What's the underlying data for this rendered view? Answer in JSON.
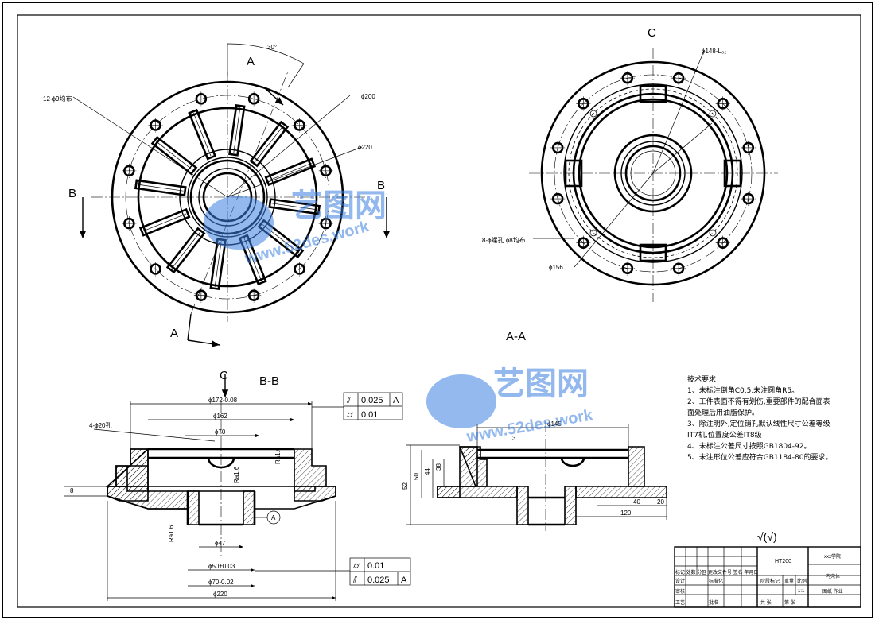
{
  "views": {
    "view_c_label": "C",
    "section_aa_title": "A-A",
    "section_bb_title": "B-B",
    "arrow_a": "A",
    "arrow_b": "B",
    "arrow_c": "C"
  },
  "dims_front": {
    "holes": "12-ϕ9均布",
    "angle": "30°",
    "d200": "ϕ200",
    "d220": "ϕ220"
  },
  "dims_c": {
    "d148": "ϕ148-L₀₂",
    "holes": "8-ϕ螺孔 ϕ8均布",
    "d156": "ϕ156"
  },
  "dims_bb": {
    "d172": "ϕ172-0.08",
    "d162": "ϕ162",
    "holes4": "4-ϕ20孔",
    "d70": "ϕ70",
    "ra16a": "Ra1.6",
    "ra16b": "Ra1.6",
    "ra16c": "Ra1.6",
    "d47": "ϕ47",
    "d50": "ϕ50±0.03",
    "d70b": "ϕ70-0.02",
    "d220": "ϕ220",
    "h8": "8",
    "datum": "A"
  },
  "dims_aa": {
    "d145": "ϕ145",
    "h3": "3",
    "h52": "52",
    "h50": "50",
    "h44": "44",
    "h38": "38",
    "w40": "40",
    "w20": "20",
    "w120": "120"
  },
  "tolerance_top": {
    "row1_symbol": "⫽",
    "row1_value": "0.025",
    "row1_datum": "A",
    "row2_symbol": "⌭",
    "row2_value": "0.01"
  },
  "tolerance_bottom": {
    "row1_symbol": "⌭",
    "row1_value": "0.01",
    "row2_symbol": "⫽",
    "row2_value": "0.025",
    "row2_datum": "A"
  },
  "notes": {
    "title": "技术要求",
    "lines": [
      "1、未标注倒角C0.5,未注圆角R5。",
      "2、工件表面不得有划伤,重要部件的配合面表",
      "面处理后用油脂保护。",
      "3、除注明外,定位销孔默认线性尺寸公差等级",
      "IT7机,位置度公差IT8级",
      "4、未标注公差尺寸按照GB1804-92。",
      "5、未注形位公差应符合GB1184-80的要求。"
    ]
  },
  "roughness": "√(√)",
  "title_block": {
    "material": "HT200",
    "company": "xxx学院",
    "part_name": "内壳体",
    "drawing_no": "图纸 作业",
    "scale": "1:1",
    "scale_label": "比例",
    "weight_label": "重量",
    "stage_label": "阶段标记",
    "sheet_label": "共 张",
    "sheet_label2": "第 张",
    "design": "设计",
    "standard": "标准化",
    "check": "审核",
    "process": "工艺",
    "approve": "批准",
    "marks": "标记 处数 分区 更改文件号 签名 年月日"
  },
  "watermark": {
    "brand": "艺图网",
    "url": "www.52des.work"
  }
}
